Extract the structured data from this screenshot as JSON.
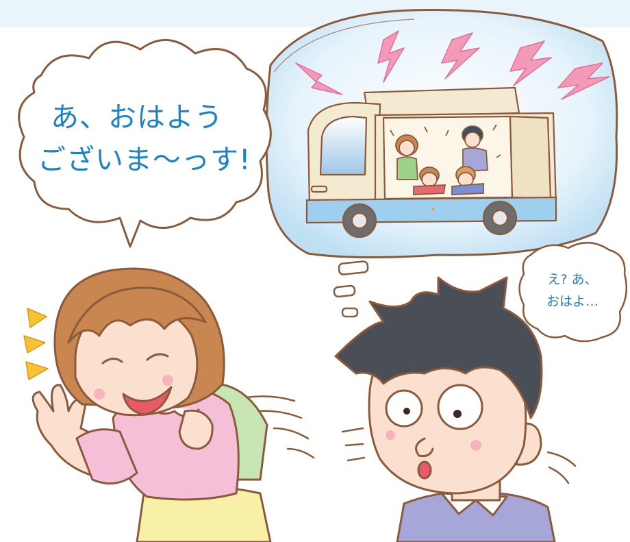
{
  "girl_speech": {
    "lines": [
      "あ、おはよう",
      "ございま〜っす!"
    ]
  },
  "boy_speech": {
    "lines": [
      "え? あ、",
      "おはよ…"
    ]
  },
  "colors": {
    "girl_speech_text": "#1a84c7",
    "boy_speech_text": "#2a78b8",
    "thought_bubble_fill": "#d6ecf8",
    "outline": "#8a5a3a",
    "lightning": "#f29ab8",
    "girl_sweater": "#f6bfd8",
    "boy_sweater": "#a7a6d8"
  }
}
